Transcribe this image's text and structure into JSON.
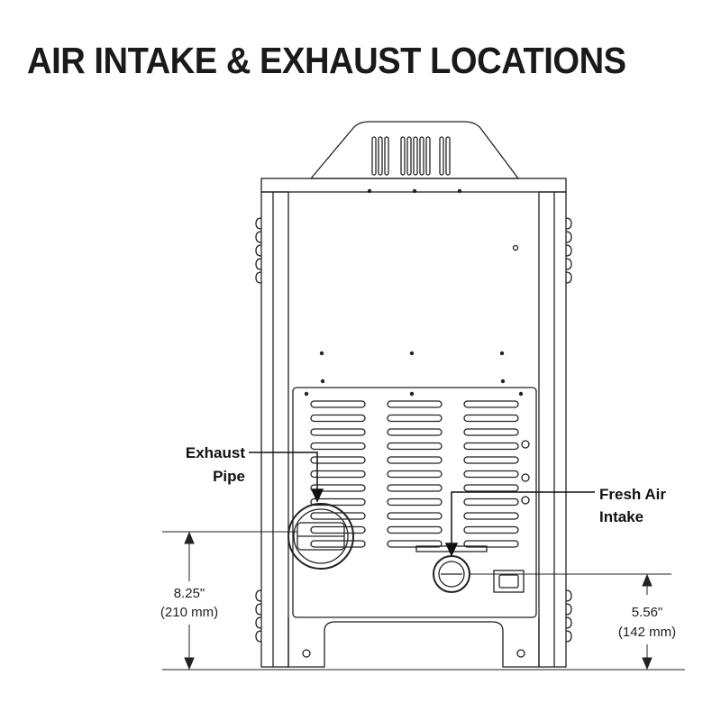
{
  "title": "AIR INTAKE & EXHAUST LOCATIONS",
  "callouts": {
    "exhaust_line1": "Exhaust",
    "exhaust_line2": "Pipe",
    "intake_line1": "Fresh Air",
    "intake_line2": "Intake"
  },
  "dimensions": {
    "exhaust_in": "8.25\"",
    "exhaust_mm": "(210 mm)",
    "intake_in": "5.56\"",
    "intake_mm": "(142 mm)"
  }
}
